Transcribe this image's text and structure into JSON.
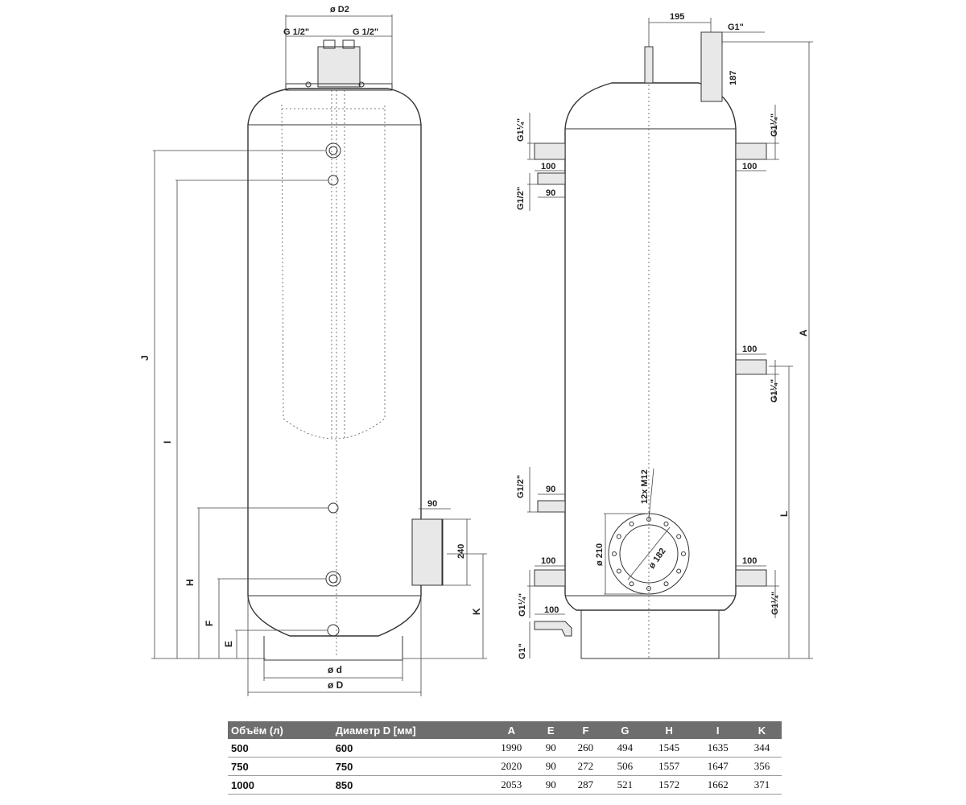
{
  "labels": {
    "d2": "ø D2",
    "g_half_left": "G 1/2\"",
    "g_half_right": "G 1/2\"",
    "j": "J",
    "i": "I",
    "h": "H",
    "f": "F",
    "e": "E",
    "d_small": "ø d",
    "d_big": "ø D",
    "dim_90_flange": "90",
    "dim_240": "240",
    "k": "K",
    "dim_195": "195",
    "g1_top": "G1\"",
    "dim_187": "187",
    "a": "A",
    "g114_top_left": "G1¼\"",
    "dim_100_tl": "100",
    "g12_left_upper": "G1/2\"",
    "dim_90_left_upper": "90",
    "g114_top_right": "G1¼\"",
    "dim_100_tr": "100",
    "dim_100_mr": "100",
    "g114_mid_right": "G1¼\"",
    "l": "L",
    "g12_left_lower": "G1/2\"",
    "dim_90_left_lower": "90",
    "bolt_spec": "12x M12",
    "d210": "ø 210",
    "d182": "ø 182",
    "g114_low_left": "G1¼\"",
    "dim_100_low_left": "100",
    "dim_100_low_right": "100",
    "g114_low_right": "G1¼\"",
    "dim_100_bottom": "100",
    "g1_bottom": "G1\""
  },
  "table": {
    "headers": [
      "Объём (л)",
      "Диаметр D [мм]",
      "A",
      "E",
      "F",
      "G",
      "H",
      "I",
      "K"
    ],
    "rows": [
      [
        "500",
        "600",
        "1990",
        "90",
        "260",
        "494",
        "1545",
        "1635",
        "344"
      ],
      [
        "750",
        "750",
        "2020",
        "90",
        "272",
        "506",
        "1557",
        "1647",
        "356"
      ],
      [
        "1000",
        "850",
        "2053",
        "90",
        "287",
        "521",
        "1572",
        "1662",
        "371"
      ]
    ]
  }
}
